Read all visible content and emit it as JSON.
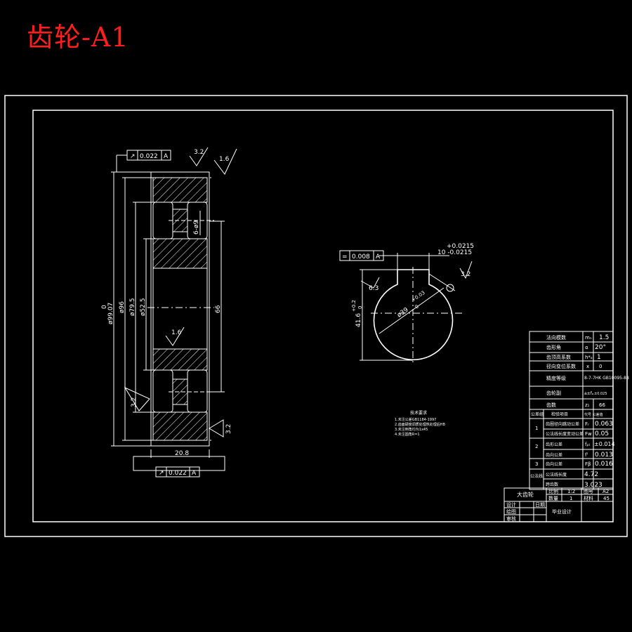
{
  "title": "齿轮-A1",
  "front_view": {
    "gdt_top": {
      "symbol": "↗",
      "value": "0.022",
      "datum": "A"
    },
    "gdt_bottom": {
      "symbol": "↗",
      "value": "0.022",
      "datum": "A"
    },
    "roughness_top_1": "3.2",
    "roughness_top_2": "1.6",
    "roughness_mid": "1.6",
    "roughness_left": "3.2",
    "roughness_right": "3.2",
    "dim_outer_tol": "0",
    "dim_outer": "ø99.07",
    "dim_96": "ø96",
    "dim_79_5": "ø79.5",
    "dim_52_5": "ø52.5",
    "dim_holes": "6-ø9",
    "dim_66": "66",
    "dim_width": "20.8"
  },
  "side_view": {
    "gdt": {
      "symbol": "=",
      "value": "0.008",
      "datum": "A"
    },
    "key_width_tol_upper": "+0.0215",
    "key_width": "10 -0.0215",
    "roughness_key": "3.2",
    "roughness_bore": "6.3",
    "bore_dim": "ø39",
    "bore_tol": "+0.03",
    "bore_tol_low": "0",
    "depth_tol_upper": "+0.2",
    "depth_dim": "41.6",
    "depth_tol_lower": "0"
  },
  "notes": {
    "title": "技术要求",
    "lines": [
      "1.未注公差GB1184-1997",
      "2.齿面硬度调质处理热处理后HB",
      "3.未注倒角均为1x45",
      "4.未注圆角R=1"
    ]
  },
  "param_table": [
    [
      "法向模数",
      "mₙ",
      "1.5"
    ],
    [
      "齿形角",
      "α",
      "20°"
    ],
    [
      "齿顶高系数",
      "h*ₐ",
      "1"
    ],
    [
      "径向变位系数",
      "x",
      "0"
    ],
    [
      "精度等级",
      "8-7-7HK GB10095-88",
      ""
    ],
    [
      "齿轮副",
      "a±fₐ",
      "±0.025"
    ],
    [
      "齿数",
      "z₁",
      "66"
    ],
    [
      "公差组",
      "检验项目",
      "代号 公差值"
    ],
    [
      "1",
      "齿圈径向跳动公差",
      "Fᵣ",
      "0.063"
    ],
    [
      "",
      "公法线长度变动公差",
      "Fw",
      "0.05"
    ],
    [
      "2",
      "齿形公差",
      "fₚₜ",
      "±0.014"
    ],
    [
      "",
      "齿向公差",
      "fᶠ",
      "0.013"
    ],
    [
      "3",
      "齿向公差",
      "Fβ",
      "0.016"
    ],
    [
      "公法线",
      "公法线长度",
      "4.72",
      ""
    ],
    [
      "",
      "跨齿数",
      "3.023",
      ""
    ]
  ],
  "title_block": {
    "part_name": "大齿轮",
    "scale_label": "比例",
    "scale_value": "1:2",
    "drawing_no_label": "图号",
    "drawing_no": "A2",
    "qty_label": "数量",
    "qty_value": "1",
    "material_label": "材料",
    "material_value": "45",
    "designer_label": "设计",
    "drawer_label": "绘图",
    "review_label": "审核",
    "date_label": "日期",
    "project": "毕业设计"
  }
}
